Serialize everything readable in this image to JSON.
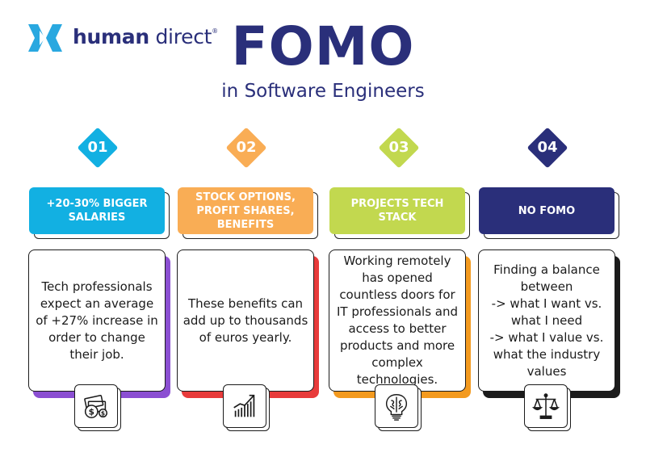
{
  "brand": {
    "name_bold": "human",
    "name_regular": "direct",
    "registered": "®",
    "logo_icon": "chevrons-logo-icon",
    "color": "#2a2f7a",
    "logo_color": "#29a8e0"
  },
  "heading": {
    "title": "FOMO",
    "subtitle": "in Software Engineers"
  },
  "columns": [
    {
      "number": "01",
      "color": "#12b0e2",
      "header": "+20-30% BIGGER SALARIES",
      "body": "Tech professionals expect an average of +27% increase in order to change their job.",
      "icon": "money-icon",
      "accent": "#8b4fd2"
    },
    {
      "number": "02",
      "color": "#f9ad55",
      "header": "STOCK OPTIONS, PROFIT SHARES, BENEFITS",
      "body": "These benefits can add up to thousands of euros yearly.",
      "icon": "growth-chart-icon",
      "accent": "#e83b3b"
    },
    {
      "number": "03",
      "color": "#c2d84f",
      "header": "PROJECTS TECH STACK",
      "body": "Working remotely has opened countless doors for IT professionals and access to better products and more complex technologies.",
      "icon": "brain-bulb-icon",
      "accent": "#f39a1f"
    },
    {
      "number": "04",
      "color": "#2a2f7a",
      "header": "NO FOMO",
      "body": "Finding a balance between\n-> what I want vs. what I need\n-> what I value vs. what the industry values",
      "icon": "scales-icon",
      "accent": "#1b1b1b"
    }
  ]
}
